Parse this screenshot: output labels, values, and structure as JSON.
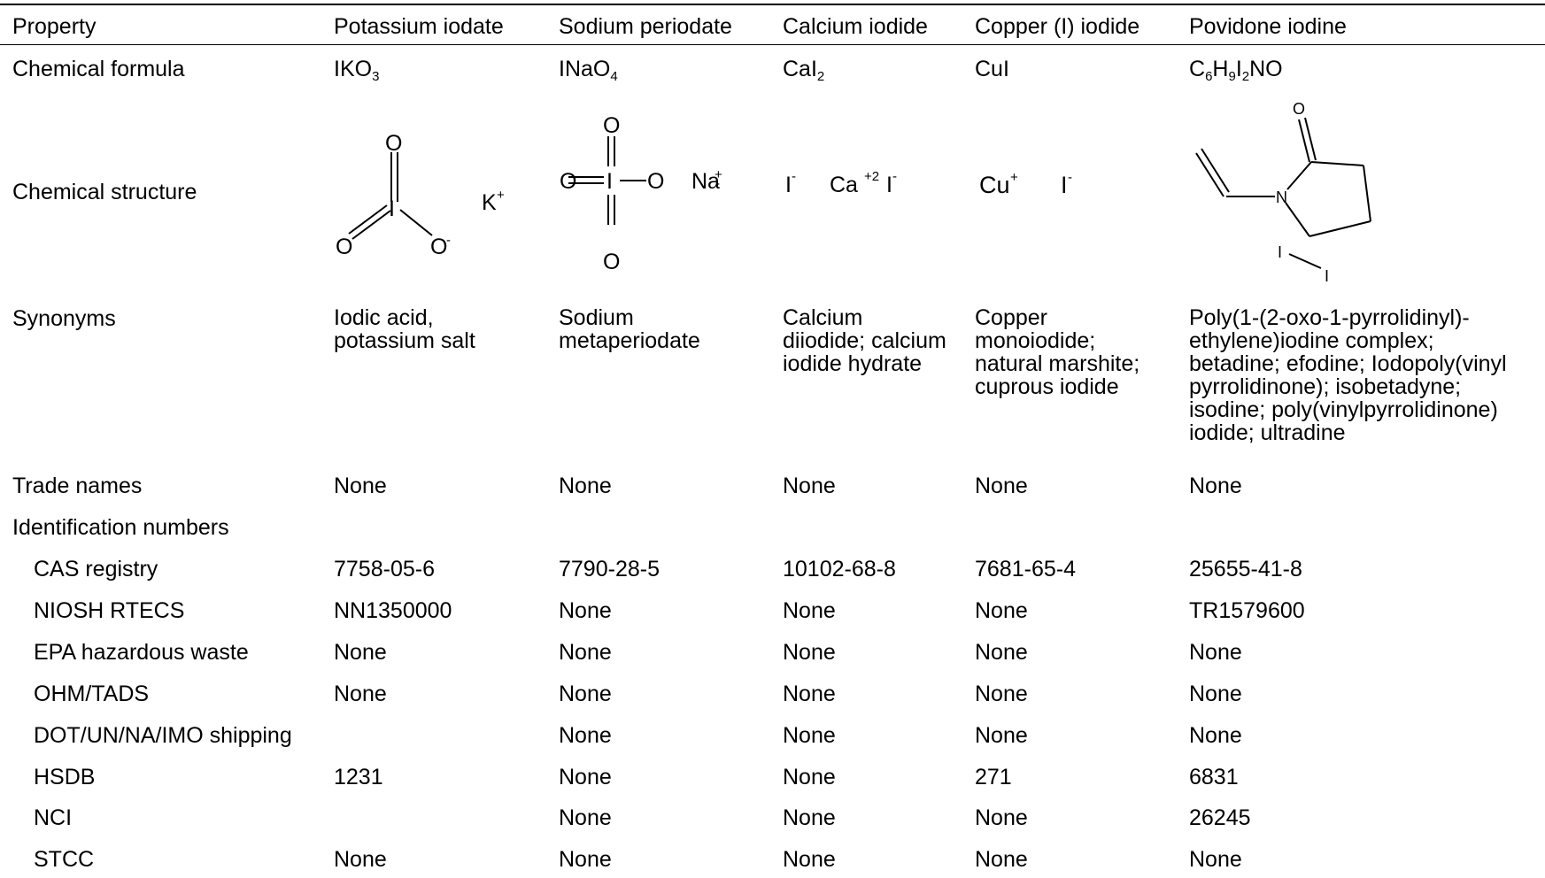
{
  "columns": [
    "Property",
    "Potassium iodate",
    "Sodium periodate",
    "Calcium iodide",
    "Copper (I) iodide",
    "Povidone iodine"
  ],
  "formula_label": "Chemical formula",
  "formulas": [
    [
      {
        "t": "IKO"
      },
      {
        "s": "3"
      }
    ],
    [
      {
        "t": "INaO"
      },
      {
        "s": "4"
      }
    ],
    [
      {
        "t": "CaI"
      },
      {
        "s": "2"
      }
    ],
    [
      {
        "t": "CuI"
      }
    ],
    [
      {
        "t": "C"
      },
      {
        "s": "6"
      },
      {
        "t": "H"
      },
      {
        "s": "9"
      },
      {
        "t": "I"
      },
      {
        "s": "2"
      },
      {
        "t": "NO"
      }
    ]
  ],
  "structure_label": "Chemical structure",
  "structures": {
    "ko3": {
      "o_top": "O",
      "i": "I",
      "o_left": "O",
      "o_right": "O",
      "charge_neg": "-",
      "k": "K",
      "k_charge": "+"
    },
    "nao4": {
      "o_top": "O",
      "o_left": "O",
      "i": "I",
      "o_right": "O",
      "o_bottom": "O",
      "na": "Na",
      "na_charge": "+",
      "o_charge": "-"
    },
    "cai2": {
      "i1": "I",
      "i1_charge": "-",
      "ca": "Ca",
      "ca_charge": "+2",
      "i2": "I",
      "i2_charge": "-"
    },
    "cui": {
      "cu": "Cu",
      "cu_charge": "+",
      "i": "I",
      "i_charge": "-"
    },
    "pvp": {
      "o": "O",
      "n": "N",
      "i1": "I",
      "i2": "I"
    }
  },
  "synonyms_label": "Synonyms",
  "synonyms": [
    [
      "Iodic acid,",
      "potassium salt"
    ],
    [
      "Sodium",
      "metaperiodate"
    ],
    [
      "Calcium",
      "diiodide; calcium",
      "iodide hydrate"
    ],
    [
      "Copper",
      "monoiodide;",
      "natural marshite;",
      "cuprous iodide"
    ],
    [
      "Poly(1-(2-oxo-1-pyrrolidinyl)-",
      "ethylene)iodine complex;",
      "betadine; efodine; Iodopoly(vinyl",
      "pyrrolidinone); isobetadyne;",
      "isodine; poly(vinylpyrrolidinone)",
      "iodide; ultradine"
    ]
  ],
  "trade_names": {
    "label": "Trade names",
    "values": [
      "None",
      "None",
      "None",
      "None",
      "None"
    ]
  },
  "id_numbers_label": "Identification numbers",
  "id_rows": [
    {
      "label": "CAS registry",
      "values": [
        "7758-05-6",
        "7790-28-5",
        "10102-68-8",
        "7681-65-4",
        "25655-41-8"
      ]
    },
    {
      "label": "NIOSH RTECS",
      "values": [
        "NN1350000",
        "None",
        "None",
        "None",
        "TR1579600"
      ]
    },
    {
      "label": "EPA hazardous waste",
      "values": [
        "None",
        "None",
        "None",
        "None",
        "None"
      ]
    },
    {
      "label": "OHM/TADS",
      "values": [
        "None",
        "None",
        "None",
        "None",
        "None"
      ]
    },
    {
      "label": "DOT/UN/NA/IMO shipping",
      "values": [
        "",
        "None",
        "None",
        "None",
        "None"
      ]
    },
    {
      "label": "HSDB",
      "values": [
        "1231",
        "None",
        "None",
        "271",
        "6831"
      ]
    },
    {
      "label": "NCI",
      "values": [
        "",
        "None",
        "None",
        "None",
        "26245"
      ]
    },
    {
      "label": "STCC",
      "values": [
        "None",
        "None",
        "None",
        "None",
        "None"
      ]
    }
  ]
}
